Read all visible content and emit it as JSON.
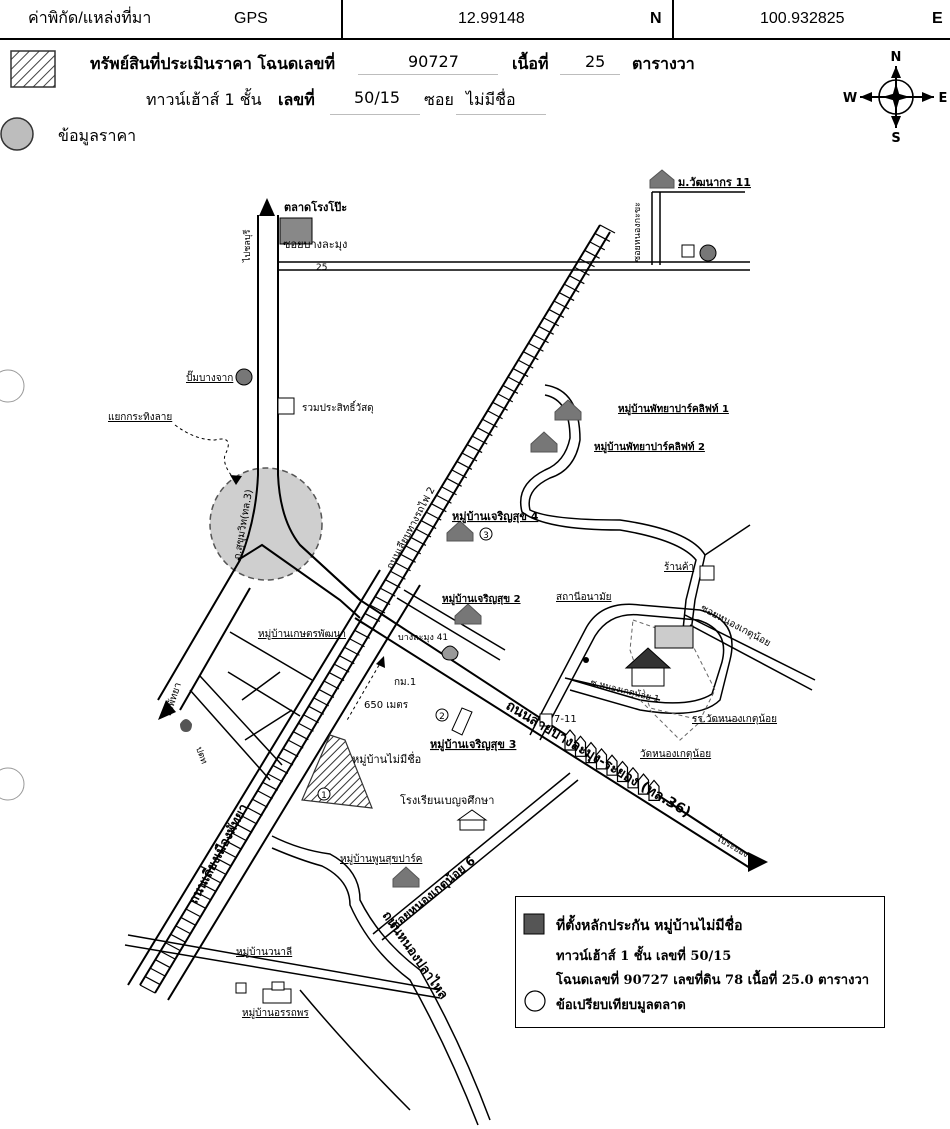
{
  "top_bar": {
    "coord_label": "ค่าพิกัด/แหล่งที่มา",
    "source": "GPS",
    "latitude": "12.99148",
    "lat_dir": "N",
    "longitude": "100.932825",
    "lon_dir": "E"
  },
  "header": {
    "asset_label": "ทรัพย์สินที่ประเมินราคา โฉนดเลขที่",
    "deed_no": "90727",
    "area_label": "เนื้อที่",
    "area_value": "25",
    "area_unit": "ตารางวา",
    "building_type": "ทาวน์เฮ้าส์ 1 ชั้น",
    "house_no_label": "เลขที่",
    "house_no": "50/15",
    "soi_label": "ซอย",
    "soi_value": "ไม่มีชื่อ",
    "price_data_label": "ข้อมูลราคา"
  },
  "compass": {
    "n": "N",
    "s": "S",
    "e": "E",
    "w": "W"
  },
  "map_labels": {
    "market": "ตลาดโรงโป๊ะ",
    "soi_bang_lamung": "ซอยบางละมุง",
    "km25": "25",
    "to_chon": "ไปชลบุรี",
    "watthana": "ม.วัฒนากร 11",
    "soi_nongkapho": "ซอยหนองกะขะ",
    "gas_bang_chak": "ปั๊มบางจาก",
    "ruam_prasit": "รวมประสิทธิ์วัสดุ",
    "krathing_lai": "แยกกระทิงลาย",
    "sukhumvit": "ถ.สุขุมวิท(ทล.3)",
    "pattaya_park1": "หมู่บ้านพัทยาปาร์คลิฟท์ 1",
    "pattaya_park2": "หมู่บ้านพัทยาปาร์คลิฟท์ 2",
    "railway": "ถนนเลียบทางรถไฟ 2",
    "charoensuk4": "หมู่บ้านเจริญสุข 4",
    "shop": "ร้านค้า",
    "health_center": "สถานีอนามัย",
    "soi_nong_kueng_noi": "ซอยหนองเกตุน้อย",
    "kaset_pattana": "หมู่บ้านเกษตรพัฒนา",
    "charoensuk2": "หมู่บ้านเจริญสุข 2",
    "bang_lamung41": "บางละมุง 41",
    "km": "กม.1",
    "dist": "650 เมตร",
    "to_pattaya": "ไปพัทยา",
    "ptt": "ปตท",
    "charoensuk3": "หมู่บ้านเจริญสุข 3",
    "seven_eleven": "7-11",
    "highway36": "ถนนสายบางละมุง-ระยอง (ทล.36)",
    "soi_nk1": "ซ.หนองเกตุน้อย 1",
    "school_wat": "รร.วัดหนองเกตุน้อย",
    "wat": "วัดหนองเกตุน้อย",
    "mu_ban_mai_mi_chue": "หมู่บ้านไม่มีชื่อ",
    "school": "โรงเรียนเบญจศึกษา",
    "pun_suk_park": "หมู่บ้านพูนสุขปาร์ค",
    "to_rayong": "ไประยอง",
    "soi_nk6": "ซอยหนองเกตุน้อย 6",
    "nong_pla_lai": "ถนนหนองปลาไหล",
    "pattaya_city": "ถนนเลี่ยงเมืองพัทยา",
    "wanalee": "หมู่บ้านวนาลี",
    "orraphon": "หมู่บ้านอรรถพร",
    "c1": "1",
    "c2": "2",
    "c3": "3"
  },
  "legend": {
    "line1": "ที่ตั้งหลักประกัน หมู่บ้านไม่มีชื่อ",
    "line2": "ทาวน์เฮ้าส์ 1 ชั้น เลขที่ 50/15",
    "line3": "โฉนดเลขที่ 90727 เลขที่ดิน 78 เนื้อที่ 25.0 ตารางวา",
    "line4": "ข้อเปรียบเทียบมูลตลาด"
  }
}
